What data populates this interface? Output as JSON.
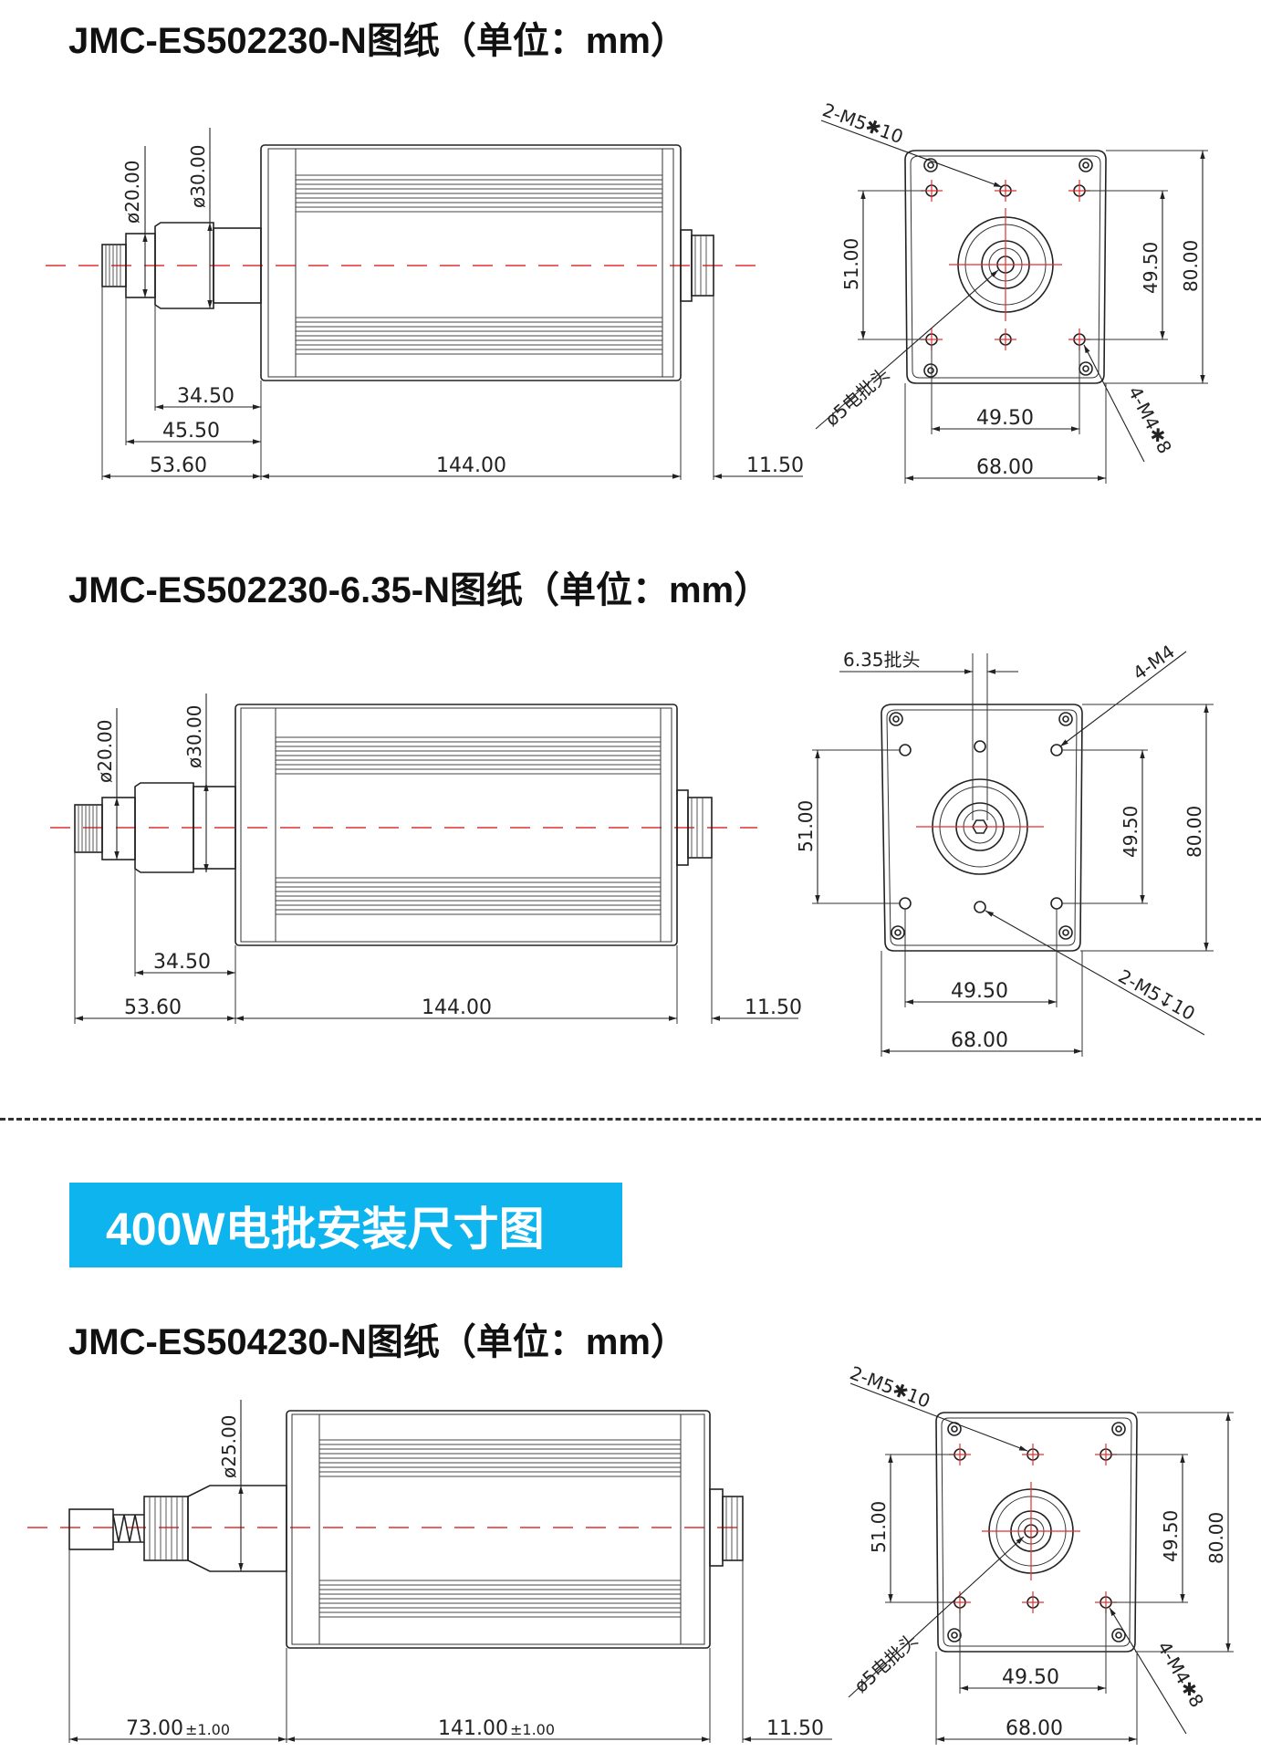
{
  "titles": {
    "section1": "JMC-ES502230-N图纸（单位：mm）",
    "section2": "JMC-ES502230-6.35-N图纸（单位：mm）",
    "section3": "JMC-ES504230-N图纸（单位：mm）"
  },
  "banner": "400W电批安装尺寸图",
  "drawing1": {
    "dia_small": "ø20.00",
    "dia_large": "ø30.00",
    "d_34_50": "34.50",
    "d_45_50": "45.50",
    "d_53_60": "53.60",
    "d_144": "144.00",
    "d_11_50": "11.50",
    "front_hole_top": "2-M5✱10",
    "front_bit": "ø5电批头",
    "front_hole_bottom": "4-M4✱8",
    "front_51": "51.00",
    "front_49_50_v": "49.50",
    "front_80": "80.00",
    "front_49_50_h": "49.50",
    "front_68": "68.00"
  },
  "drawing2": {
    "dia_small": "ø20.00",
    "dia_large": "ø30.00",
    "d_34_50": "34.50",
    "d_53_60": "53.60",
    "d_144": "144.00",
    "d_11_50": "11.50",
    "bit": "6.35批头",
    "holes_top": "4-M4",
    "holes_bottom": "2-M5↧10",
    "front_51": "51.00",
    "front_49_50_v": "49.50",
    "front_80": "80.00",
    "front_49_50_h": "49.50",
    "front_68": "68.00"
  },
  "drawing3": {
    "dia": "ø25.00",
    "d_73": "73.00",
    "tol_73": "±1.00",
    "d_141": "141.00",
    "tol_141": "±1.00",
    "d_11_50": "11.50",
    "front_hole_top": "2-M5✱10",
    "front_bit": "ø5电批头",
    "front_hole_bottom": "4-M4✱8",
    "front_51": "51.00",
    "front_49_50_v": "49.50",
    "front_80": "80.00",
    "front_49_50_h": "49.50",
    "front_68": "68.00"
  }
}
